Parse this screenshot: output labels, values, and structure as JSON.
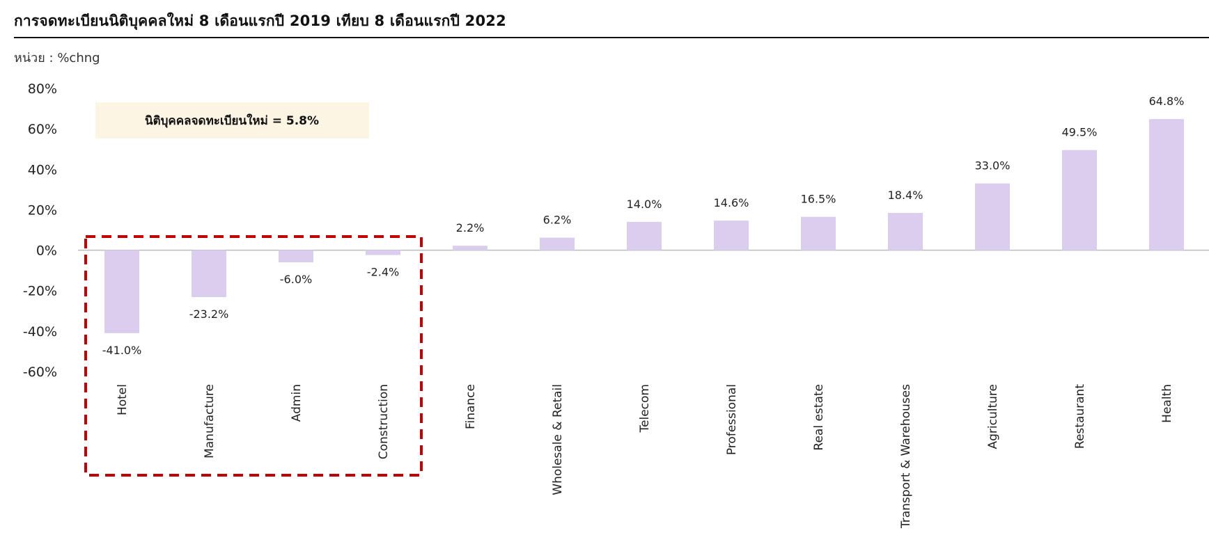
{
  "header": {
    "title": "การจดทะเบียนนิติบุคคลใหม่  8 เดือนแรกปี 2019 เทียบ 8 เดือนแรกปี 2022",
    "unit": "หน่วย : %chng"
  },
  "annotation": {
    "text": "นิติบุคคลจดทะเบียนใหม่ = 5.8%",
    "fill": "#fdf5e4"
  },
  "highlight": {
    "color": "#c00000",
    "categories": [
      "Hotel",
      "Manufacture",
      "Admin",
      "Construction"
    ]
  },
  "chart_data": {
    "type": "bar",
    "categories": [
      "Hotel",
      "Manufacture",
      "Admin",
      "Construction",
      "Finance",
      "Wholesale & Retail",
      "Telecom",
      "Professional",
      "Real estate",
      "Transport  & Warehouses",
      "Agriculture",
      "Restaurant",
      "Health"
    ],
    "values": [
      -41.0,
      -23.2,
      -6.0,
      -2.4,
      2.2,
      6.2,
      14.0,
      14.6,
      16.5,
      18.4,
      33.0,
      49.5,
      64.8
    ],
    "data_labels": [
      "-41.0%",
      "-23.2%",
      "-6.0%",
      "-2.4%",
      "2.2%",
      "6.2%",
      "14.0%",
      "14.6%",
      "16.5%",
      "18.4%",
      "33.0%",
      "49.5%",
      "64.8%"
    ],
    "yticks": [
      80,
      60,
      40,
      20,
      0,
      -20,
      -40,
      -60
    ],
    "ytick_labels": [
      "80%",
      "60%",
      "40%",
      "20%",
      "0%",
      "-20%",
      "-40%",
      "-60%"
    ],
    "ylim": [
      -60,
      80
    ],
    "bar_color": "#dacdee",
    "grid": false
  }
}
